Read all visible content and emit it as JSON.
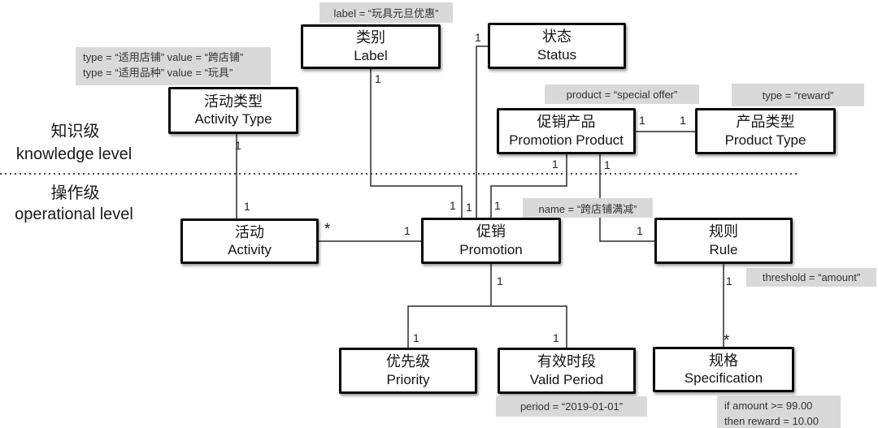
{
  "levels": {
    "knowledge": {
      "zh": "知识级",
      "en": "knowledge level"
    },
    "operational": {
      "zh": "操作级",
      "en": "operational level"
    }
  },
  "nodes": {
    "label": {
      "zh": "类别",
      "en": "Label"
    },
    "status": {
      "zh": "状态",
      "en": "Status"
    },
    "activity_type": {
      "zh": "活动类型",
      "en": "Activity Type"
    },
    "promotion_product": {
      "zh": "促销产品",
      "en": "Promotion Product"
    },
    "product_type": {
      "zh": "产品类型",
      "en": "Product Type"
    },
    "activity": {
      "zh": "活动",
      "en": "Activity"
    },
    "promotion": {
      "zh": "促销",
      "en": "Promotion"
    },
    "rule": {
      "zh": "规则",
      "en": "Rule"
    },
    "priority": {
      "zh": "优先级",
      "en": "Priority"
    },
    "valid_period": {
      "zh": "有效时段",
      "en": "Valid Period"
    },
    "specification": {
      "zh": "规格",
      "en": "Specification"
    }
  },
  "annotations": {
    "label_value": "label = “玩具元旦优惠”",
    "activity_type_values": "type = “适用店铺” value = “跨店铺”\ntype = “适用品种” value = “玩具”",
    "promotion_product_value": "product = “special offer”",
    "product_type_value": "type = “reward”",
    "promotion_value": "name = “跨店铺满减”",
    "rule_value": "threshold = “amount”",
    "valid_period_value": "period = “2019-01-01”",
    "specification_value": "if amount >= 99.00\nthen reward = 10.00"
  },
  "edges": {
    "label_promotion": {
      "label_end": "1",
      "promotion_end": "1"
    },
    "status_promotion": {
      "status_end": "1",
      "promotion_end": "1"
    },
    "promotion_product_promotion": {
      "promotion_product_end": "1",
      "promotion_end": "1"
    },
    "promotion_product_rule": {
      "promotion_product_end": "1",
      "rule_end": "1"
    },
    "promotion_product_product_type": {
      "promotion_product_end": "1",
      "product_type_end": "1"
    },
    "activity_type_activity": {
      "activity_type_end": "1",
      "activity_end": "1"
    },
    "activity_promotion": {
      "activity_end": "*",
      "promotion_end": "1"
    },
    "promotion_split": {
      "promotion_end": "1",
      "priority_end": "1",
      "valid_period_end": "1"
    },
    "rule_specification": {
      "rule_end": "1",
      "specification_end": "*"
    }
  }
}
